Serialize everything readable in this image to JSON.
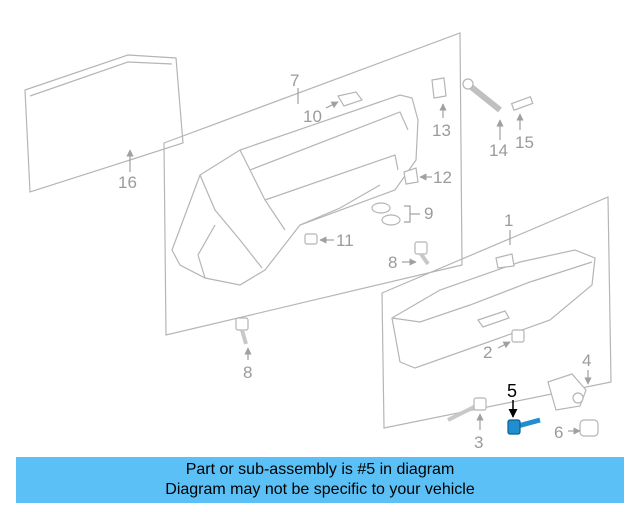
{
  "diagram": {
    "labels": {
      "l1": "1",
      "l2": "2",
      "l3": "3",
      "l4": "4",
      "l5": "5",
      "l6": "6",
      "l7": "7",
      "l8a": "8",
      "l8b": "8",
      "l9": "9",
      "l10": "10",
      "l11": "11",
      "l12": "12",
      "l13": "13",
      "l14": "14",
      "l15": "15",
      "l16": "16"
    }
  },
  "colors": {
    "banner": "#5bc0f5",
    "highlight": "#1f8fd0"
  },
  "banner": {
    "line1": "Part or sub-assembly is #5 in diagram",
    "line2": "Diagram may not be specific to your vehicle"
  }
}
